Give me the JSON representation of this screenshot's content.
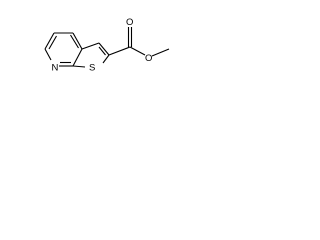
{
  "molecule": {
    "atoms": {
      "nitrogen": "N",
      "sulfur": "S",
      "carbonyl_oxygen": "O",
      "ester_oxygen": "O"
    }
  }
}
